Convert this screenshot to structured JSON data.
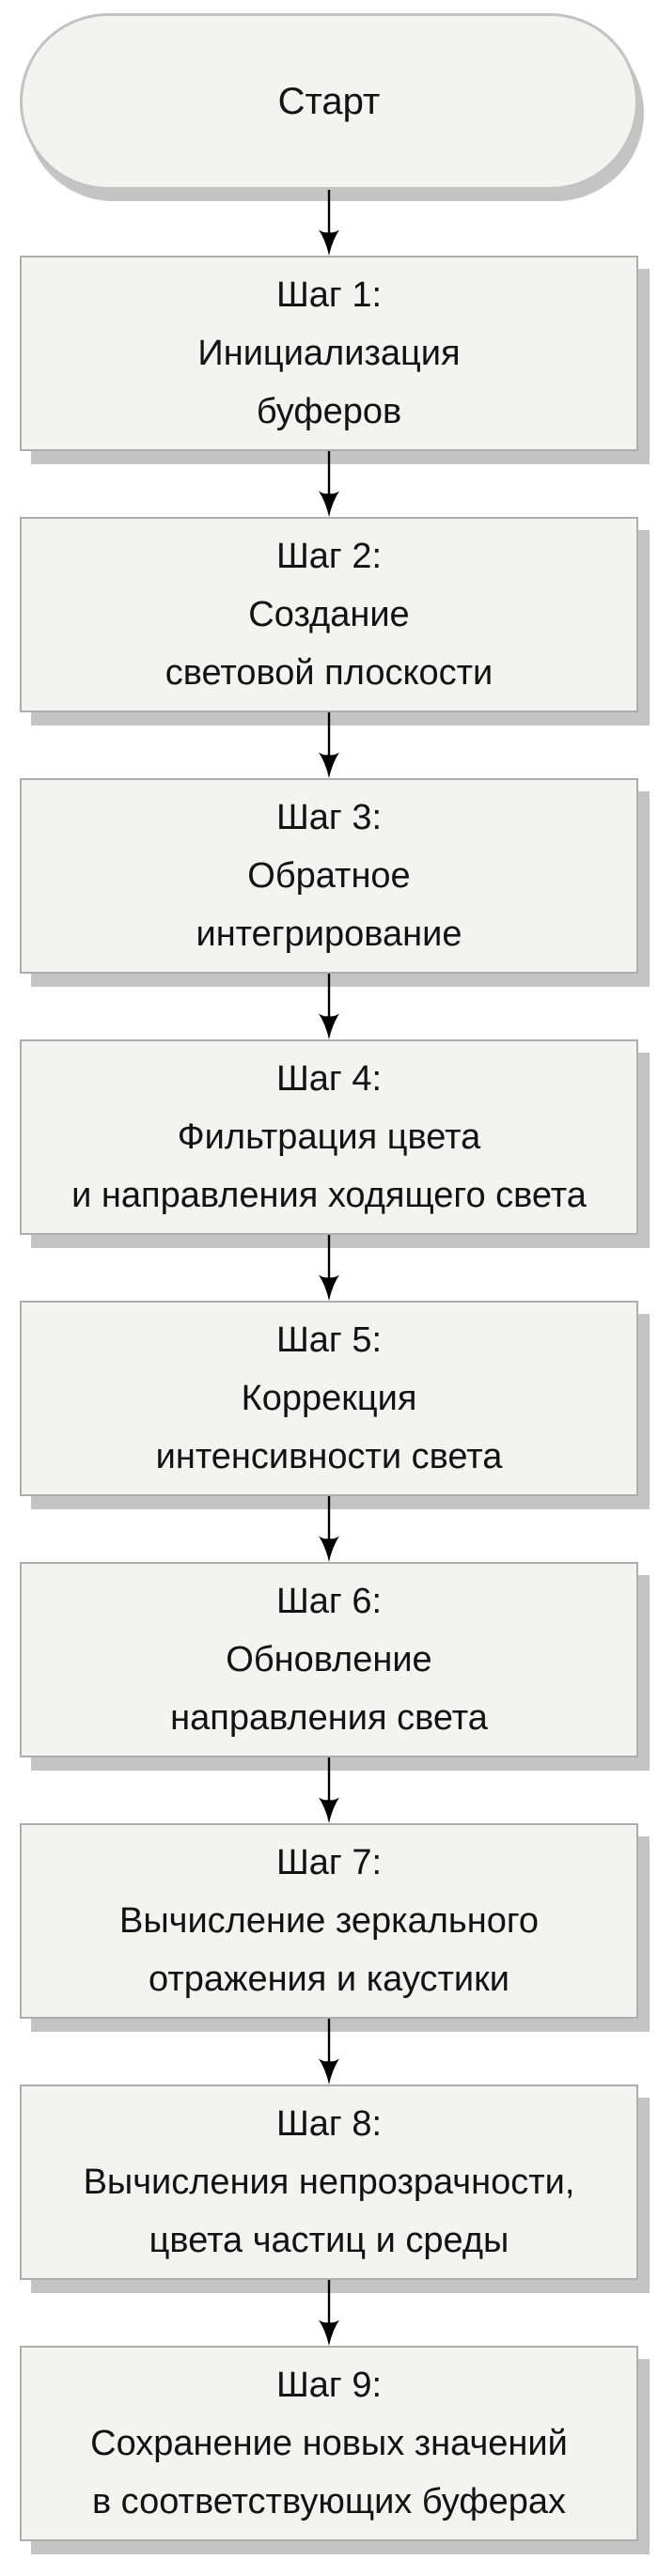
{
  "flowchart": {
    "start_label": "Старт",
    "steps": [
      {
        "lines": [
          "Шаг 1:",
          "Инициализация",
          "буферов"
        ]
      },
      {
        "lines": [
          "Шаг 2:",
          "Создание",
          "световой плоскости"
        ]
      },
      {
        "lines": [
          "Шаг 3:",
          "Обратное",
          "интегрирование"
        ]
      },
      {
        "lines": [
          "Шаг 4:",
          "Фильтрация цвета",
          "и направления ходящего света"
        ]
      },
      {
        "lines": [
          "Шаг 5:",
          "Коррекция",
          "интенсивности света"
        ]
      },
      {
        "lines": [
          "Шаг 6:",
          "Обновление",
          "направления света"
        ]
      },
      {
        "lines": [
          "Шаг 7:",
          "Вычисление зеркального",
          "отражения и каустики"
        ]
      },
      {
        "lines": [
          "Шаг 8:",
          "Вычисления непрозрачности,",
          "цвета частиц и среды"
        ]
      },
      {
        "lines": [
          "Шаг 9:",
          "Сохранение новых значений",
          "в соответствующих буферах"
        ]
      }
    ]
  },
  "colors": {
    "background": "#ffffff",
    "node_fill": "#f3f3f2",
    "node_border": "#adadad",
    "stadium_border": "#c2c2c2",
    "shadow": "#c4c4c4",
    "arrow": "#000000",
    "text": "#121212"
  }
}
